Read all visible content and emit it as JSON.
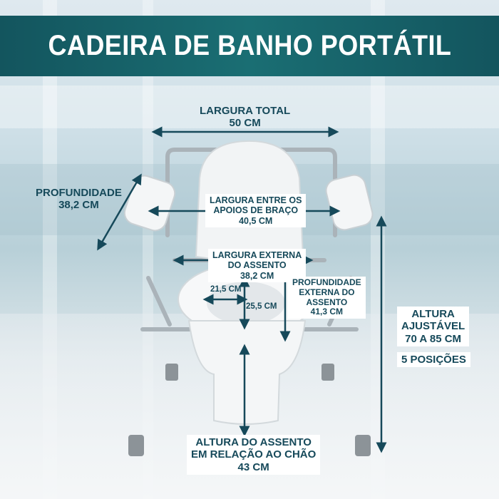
{
  "title": "CADEIRA DE BANHO PORTÁTIL",
  "labels": {
    "largura_total": [
      "LARGURA TOTAL",
      "50 CM"
    ],
    "profundidade": [
      "PROFUNDIDADE",
      "38,2 CM"
    ],
    "largura_apoios": [
      "LARGURA ENTRE OS",
      "APOIOS DE BRAÇO",
      "40,5 CM"
    ],
    "largura_externa": [
      "LARGURA EXTERNA",
      "DO ASSENTO",
      "38,2 CM"
    ],
    "medida_215": "21,5 CM",
    "medida_255": "25,5 CM",
    "profundidade_externa": [
      "PROFUNDIDADE",
      "EXTERNA DO",
      "ASSENTO",
      "41,3 CM"
    ],
    "altura_ajustavel": [
      "ALTURA",
      "AJUSTÁVEL",
      "70 A 85 CM"
    ],
    "posicoes": "5 POSIÇÕES",
    "altura_assento": [
      "ALTURA DO ASSENTO",
      "EM RELAÇÃO AO CHÃO",
      "43 CM"
    ]
  },
  "colors": {
    "banner": "#1a6e73",
    "annotation": "#16495a",
    "frame": "#b9c2c8",
    "seat": "#f4f6f7",
    "leg_tip": "#8c9398"
  }
}
